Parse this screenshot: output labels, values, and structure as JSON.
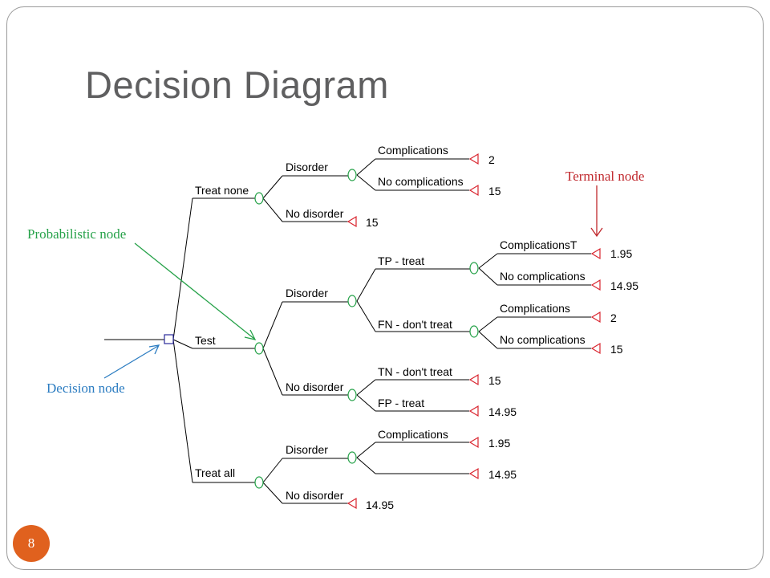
{
  "slide": {
    "title": "Decision Diagram",
    "page_number": "8"
  },
  "annotations": {
    "terminal_node": "Terminal node",
    "probabilistic_node": "Probabilistic node",
    "decision_node": "Decision node"
  },
  "colors": {
    "title": "#5f5f60",
    "page_badge": "#e0611e",
    "terminal": "#d9232d",
    "chance": "#27a24a",
    "decision": "#2a2a9a",
    "annotation_red": "#c0282d",
    "annotation_green": "#27a24a",
    "annotation_blue": "#2b7cc1"
  },
  "tree": {
    "strategies": {
      "treat_none": "Treat none",
      "test": "Test",
      "treat_all": "Treat all"
    },
    "treat_none": {
      "disorder": "Disorder",
      "complications": "Complications",
      "complications_value": "2",
      "no_complications": "No complications",
      "no_complications_value": "15",
      "no_disorder": "No disorder",
      "no_disorder_value": "15"
    },
    "test": {
      "disorder": "Disorder",
      "tp_treat": "TP - treat",
      "tp_complications": "ComplicationsT",
      "tp_complications_value": "1.95",
      "tp_no_complications": "No complications",
      "tp_no_complications_value": "14.95",
      "fn_dont_treat": "FN - don't treat",
      "fn_complications": "Complications",
      "fn_complications_value": "2",
      "fn_no_complications": "No complications",
      "fn_no_complications_value": "15",
      "no_disorder": "No disorder",
      "tn_dont_treat": "TN - don't treat",
      "tn_value": "15",
      "fp_treat": "FP - treat",
      "fp_value": "14.95"
    },
    "treat_all": {
      "disorder": "Disorder",
      "complications": "Complications",
      "complications_value": "1.95",
      "no_complications_value": "14.95",
      "no_disorder": "No disorder",
      "no_disorder_value": "14.95"
    }
  }
}
